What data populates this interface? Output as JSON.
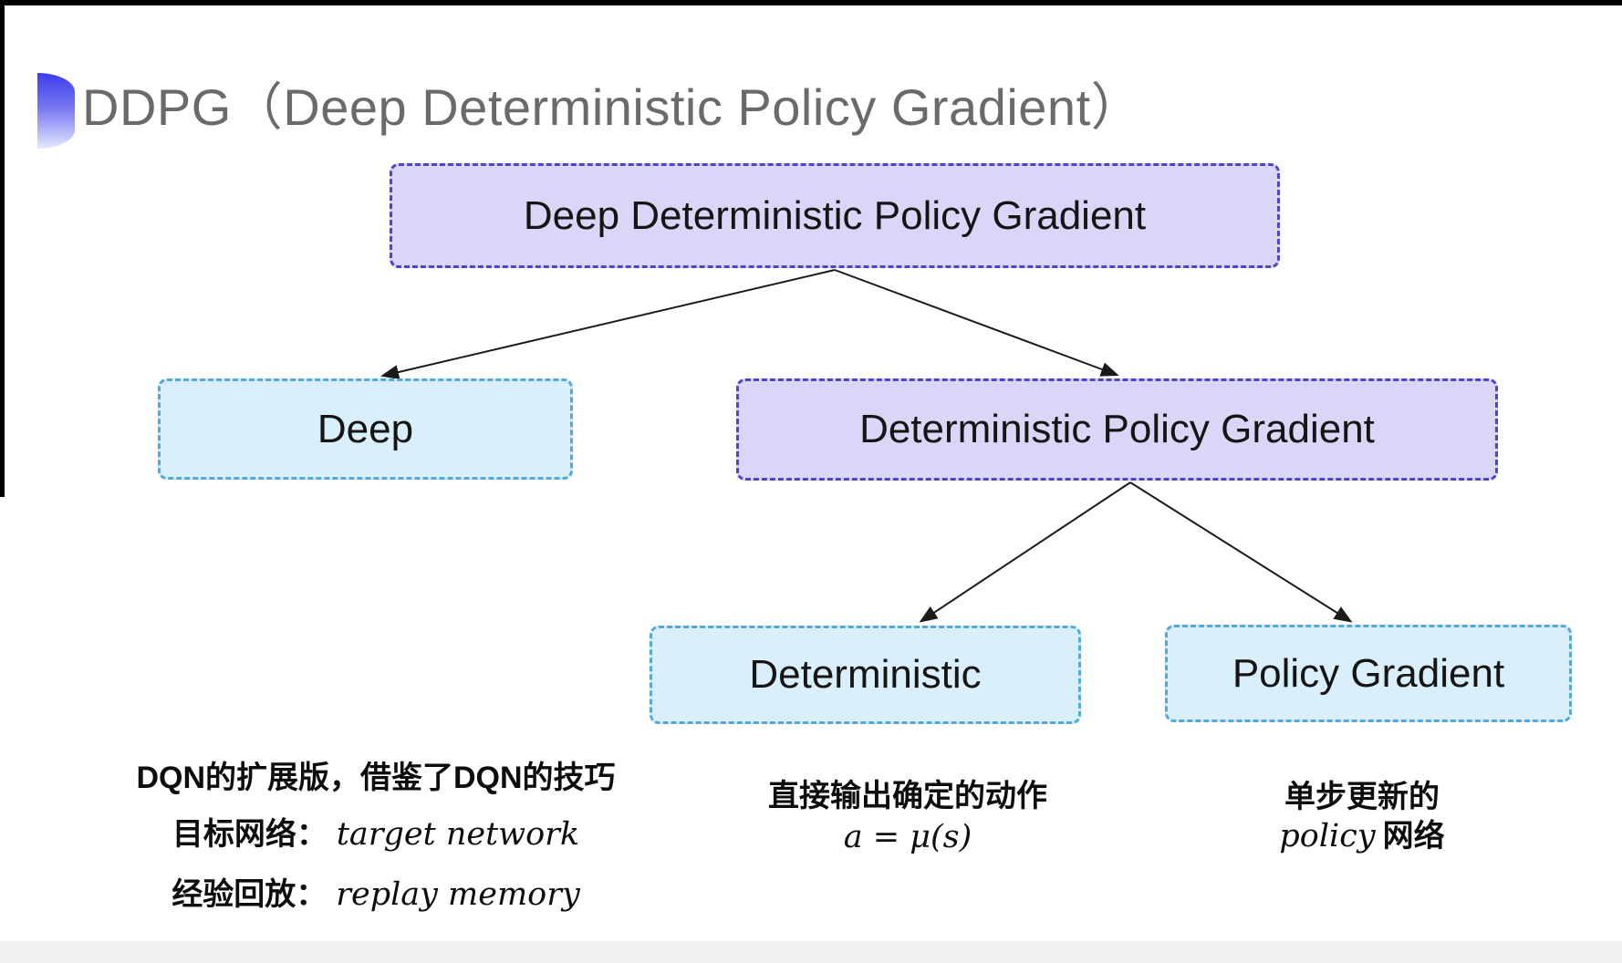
{
  "slide": {
    "title": "DDPG（Deep Deterministic Policy Gradient）"
  },
  "diagram": {
    "type": "tree",
    "nodes": {
      "root": {
        "label": "Deep Deterministic Policy Gradient",
        "style": "lavender"
      },
      "deep": {
        "label": "Deep",
        "style": "cyan"
      },
      "dpg": {
        "label": "Deterministic Policy Gradient",
        "style": "lavender"
      },
      "deterministic": {
        "label": "Deterministic",
        "style": "cyan"
      },
      "policy_gradient": {
        "label": "Policy Gradient",
        "style": "cyan"
      }
    },
    "edges": [
      {
        "from": "root",
        "to": "deep"
      },
      {
        "from": "root",
        "to": "dpg"
      },
      {
        "from": "dpg",
        "to": "deterministic"
      },
      {
        "from": "dpg",
        "to": "policy_gradient"
      }
    ]
  },
  "notes": {
    "deep": {
      "line1": "DQN的扩展版，借鉴了DQN的技巧",
      "line2_label": "目标网络：",
      "line2_term": "target network",
      "line3_label": "经验回放：",
      "line3_term": "replay memory"
    },
    "deterministic": {
      "line1": "直接输出确定的动作",
      "formula": "a = μ(s)"
    },
    "policy_gradient": {
      "line1": "单步更新的",
      "term": "policy",
      "suffix": "网络"
    }
  },
  "colors": {
    "lavender_fill": "#d9d6f8",
    "lavender_border": "#4c43d2",
    "cyan_fill": "#d9effb",
    "cyan_border": "#54a8da",
    "title_gray": "#6a6a6a",
    "arrow_black": "#1a1a1a",
    "bullet_blue_top": "#3c3cea",
    "bullet_blue_bottom": "#e4e9fe"
  }
}
